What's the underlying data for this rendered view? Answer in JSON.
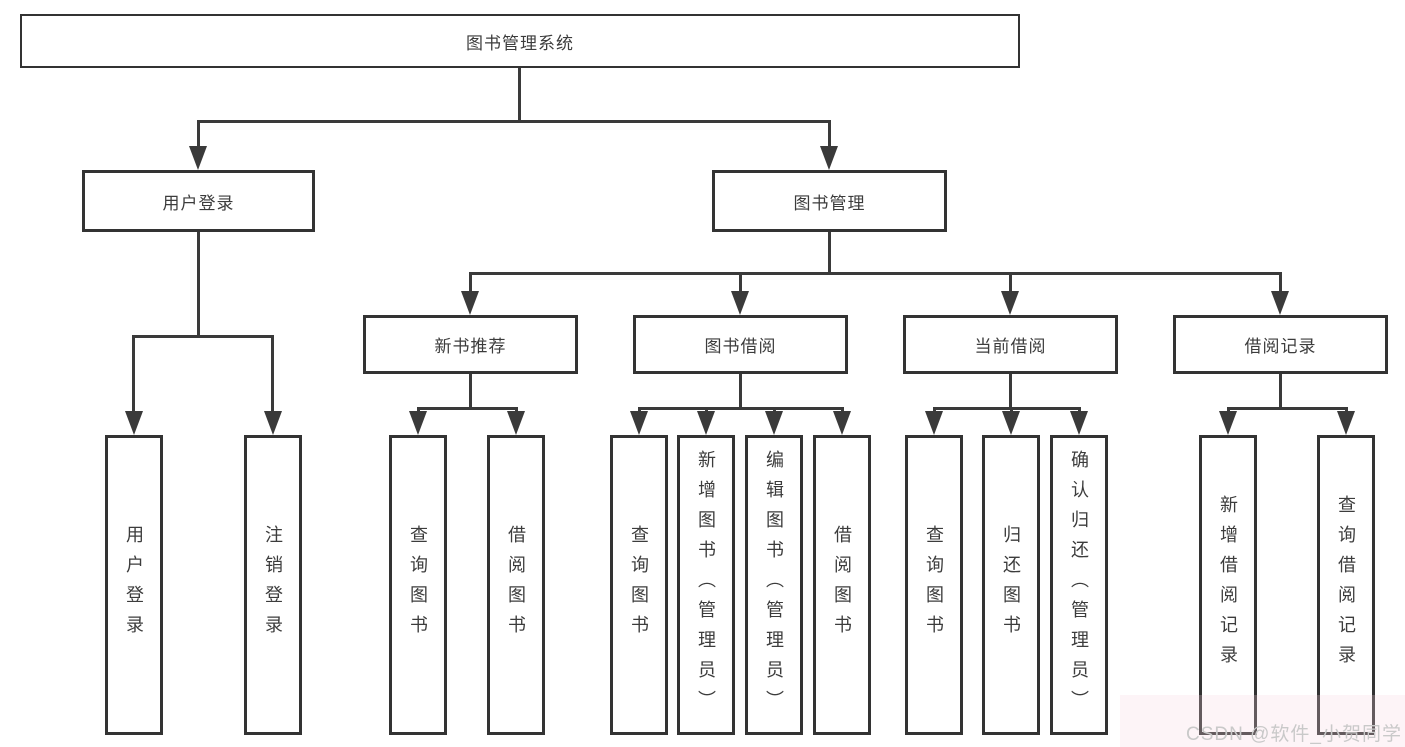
{
  "tree": {
    "label": "图书管理系统",
    "children": [
      {
        "label": "用户登录",
        "children": [
          {
            "label": "用户登录"
          },
          {
            "label": "注销登录"
          }
        ]
      },
      {
        "label": "图书管理",
        "children": [
          {
            "label": "新书推荐",
            "children": [
              {
                "label": "查询图书"
              },
              {
                "label": "借阅图书"
              }
            ]
          },
          {
            "label": "图书借阅",
            "children": [
              {
                "label": "查询图书"
              },
              {
                "label": "新增图书（管理员）"
              },
              {
                "label": "编辑图书（管理员）"
              },
              {
                "label": "借阅图书"
              }
            ]
          },
          {
            "label": "当前借阅",
            "children": [
              {
                "label": "查询图书"
              },
              {
                "label": "归还图书"
              },
              {
                "label": "确认归还（管理员）"
              }
            ]
          },
          {
            "label": "借阅记录",
            "children": [
              {
                "label": "新增借阅记录"
              },
              {
                "label": "查询借阅记录"
              }
            ]
          }
        ]
      }
    ]
  },
  "watermark": {
    "text": "CSDN @软件_小贺同学"
  },
  "colors": {
    "line": "#3a3a3a",
    "box_border": "#333333",
    "text": "#3c3c3c",
    "watermark": "#c9c9c9",
    "background": "#ffffff"
  }
}
